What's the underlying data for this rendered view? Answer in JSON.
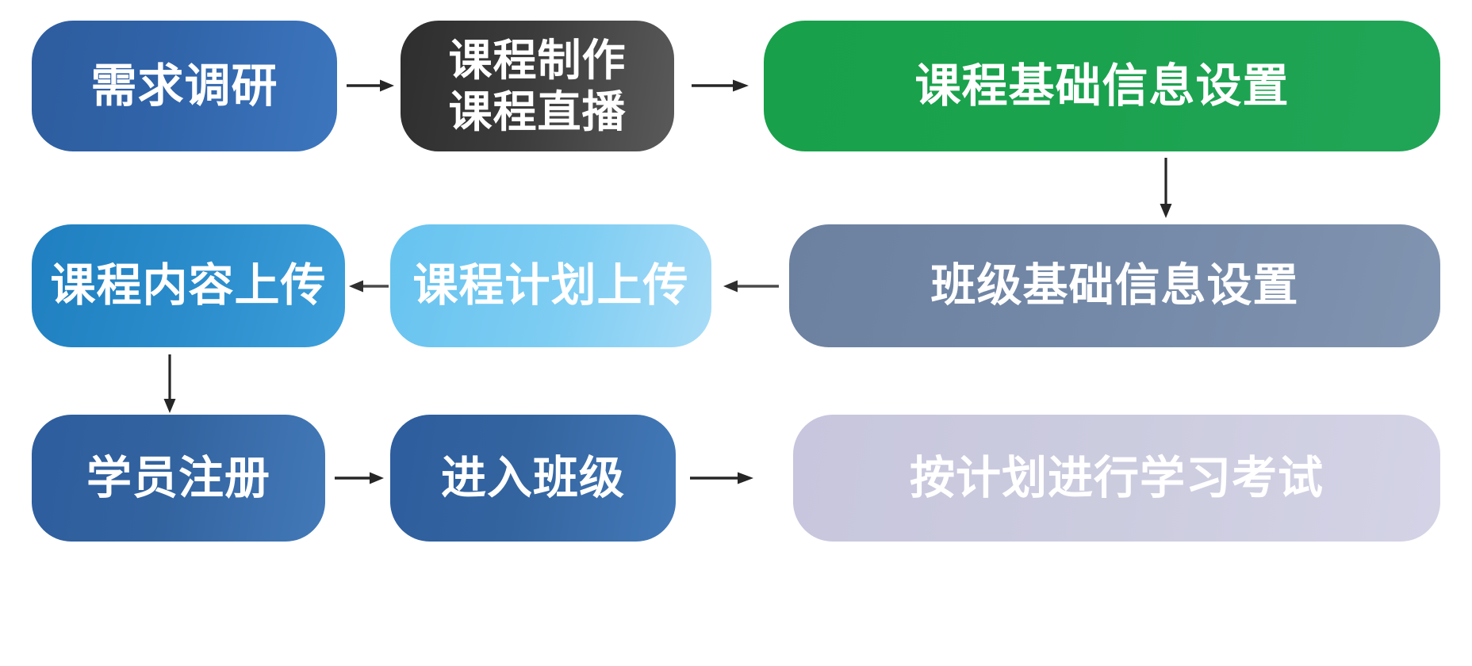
{
  "diagram": {
    "title": "",
    "background": "#ffffff",
    "nodes": [
      {
        "id": "demand-research",
        "label": "需求调研",
        "color": "#2f62a7",
        "text_color": "#ffffff",
        "row": 1,
        "column": 1
      },
      {
        "id": "course-production",
        "label": "课程制作\n课程直播",
        "color": "#3b3b3b",
        "text_color": "#ffffff",
        "row": 1,
        "column": 2
      },
      {
        "id": "course-basic-info-settings",
        "label": "课程基础信息设置",
        "color": "#1aa24d",
        "text_color": "#ffffff",
        "row": 1,
        "column": 3
      },
      {
        "id": "course-content-upload",
        "label": "课程内容上传",
        "color": "#2a8ccb",
        "text_color": "#ffffff",
        "row": 2,
        "column": 1
      },
      {
        "id": "course-plan-upload",
        "label": "课程计划上传",
        "color": "#7ecdf3",
        "text_color": "#ffffff",
        "row": 2,
        "column": 2
      },
      {
        "id": "class-basic-info-settings",
        "label": "班级基础信息设置",
        "color": "#7489a8",
        "text_color": "#ffffff",
        "row": 2,
        "column": 3
      },
      {
        "id": "student-registration",
        "label": "学员注册",
        "color": "#32639f",
        "text_color": "#ffffff",
        "row": 3,
        "column": 1
      },
      {
        "id": "enter-class",
        "label": "进入班级",
        "color": "#33649f",
        "text_color": "#ffffff",
        "row": 3,
        "column": 2
      },
      {
        "id": "study-and-exam-by-plan",
        "label": "按计划进行学习考试",
        "color": "#ccccdf",
        "text_color": "#ffffff",
        "row": 3,
        "column": 3
      }
    ],
    "connectors": [
      {
        "id": "arrow-demand-to-production",
        "from": "demand-research",
        "to": "course-production",
        "direction": "right",
        "color": "#262626"
      },
      {
        "id": "arrow-production-to-courseinfo",
        "from": "course-production",
        "to": "course-basic-info-settings",
        "direction": "right",
        "color": "#262626"
      },
      {
        "id": "arrow-courseinfo-to-classinfo",
        "from": "course-basic-info-settings",
        "to": "class-basic-info-settings",
        "direction": "down",
        "color": "#262626"
      },
      {
        "id": "arrow-classinfo-to-planupload",
        "from": "class-basic-info-settings",
        "to": "course-plan-upload",
        "direction": "left",
        "color": "#4a4a4a"
      },
      {
        "id": "arrow-planupload-to-contentupload",
        "from": "course-plan-upload",
        "to": "course-content-upload",
        "direction": "left",
        "color": "#4a4a4a"
      },
      {
        "id": "arrow-contentupload-to-register",
        "from": "course-content-upload",
        "to": "student-registration",
        "direction": "down",
        "color": "#262626"
      },
      {
        "id": "arrow-register-to-enterclass",
        "from": "student-registration",
        "to": "enter-class",
        "direction": "right",
        "color": "#262626"
      },
      {
        "id": "arrow-enterclass-to-study",
        "from": "enter-class",
        "to": "study-and-exam-by-plan",
        "direction": "right",
        "color": "#262626"
      }
    ]
  }
}
